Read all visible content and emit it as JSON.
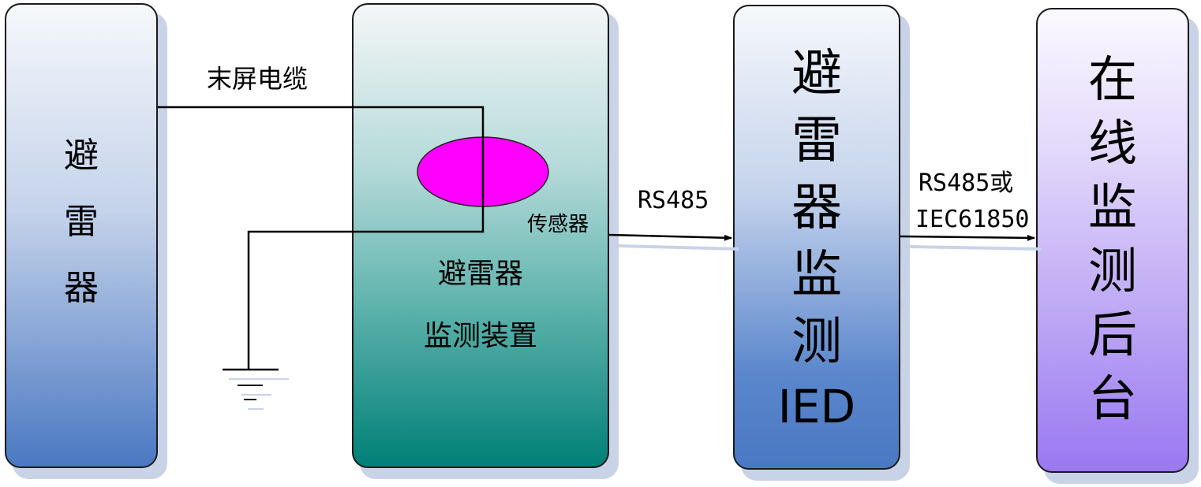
{
  "arrester_box": {
    "chars": [
      "避",
      "雷",
      "器"
    ]
  },
  "cable_label": "末屏电缆",
  "sensor_label": "传感器",
  "device_box": {
    "line1": "避雷器",
    "line2": "监测装置"
  },
  "link1_label": "RS485",
  "ied_box": {
    "chars": [
      "避",
      "雷",
      "器",
      "监",
      "测"
    ],
    "last": "IED"
  },
  "link2_label": {
    "line1": "RS485或",
    "line2": "IEC61850"
  },
  "backend_box": {
    "chars": [
      "在",
      "线",
      "监",
      "测",
      "后",
      "台"
    ]
  },
  "colors": {
    "sensor_ellipse": "#ff00ff",
    "wire": "#000000"
  }
}
